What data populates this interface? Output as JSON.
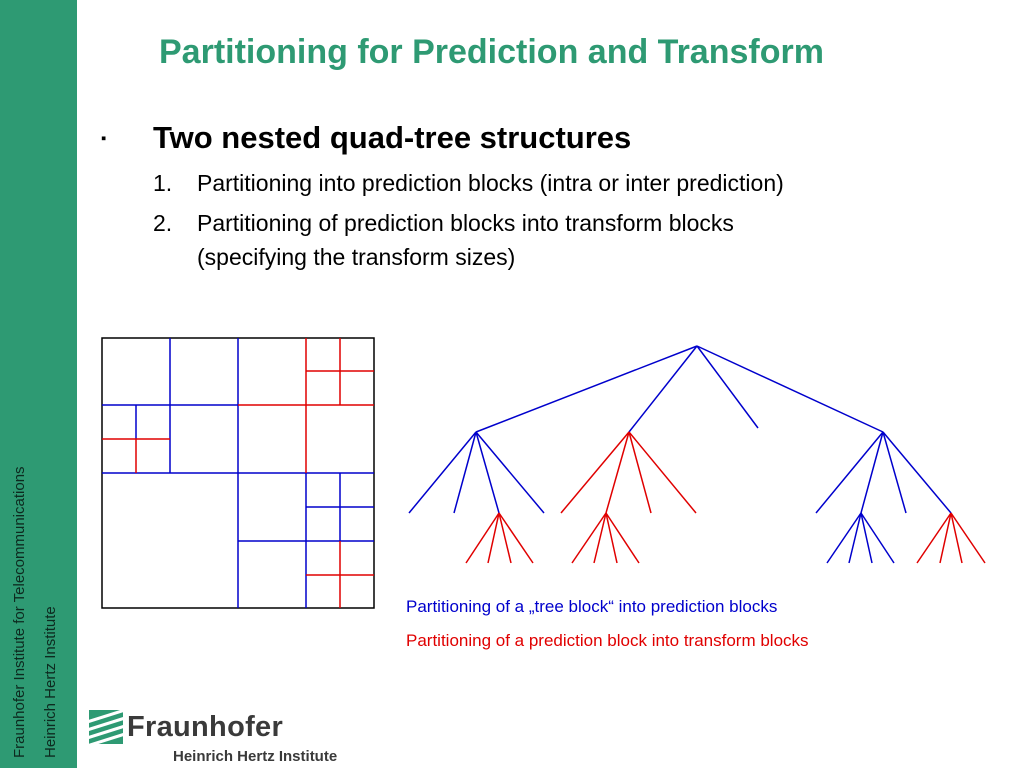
{
  "sidebar": {
    "line1": "Fraunhofer Institute for Telecommunications",
    "line2": "Heinrich Hertz Institute"
  },
  "slide": {
    "title": "Partitioning for Prediction and Transform",
    "bullet_marker": "▪",
    "bullet_heading": "Two nested quad-tree structures",
    "items": [
      {
        "number": "1.",
        "lines": [
          "Partitioning into prediction blocks (intra or inter prediction)"
        ]
      },
      {
        "number": "2.",
        "lines": [
          "Partitioning of prediction blocks into transform blocks",
          "(specifying the transform sizes)"
        ]
      }
    ]
  },
  "legend": {
    "blue_text": "Partitioning of a „tree block“ into prediction blocks",
    "red_text": "Partitioning of a prediction block into transform blocks",
    "blue_color": "#0000cc",
    "red_color": "#e00000"
  },
  "logo": {
    "word": "Fraunhofer",
    "sub": "Heinrich Hertz Institute",
    "mark_icon": "fraunhofer-stripes-icon"
  },
  "colors": {
    "accent": "#2e9a73",
    "sidebar": "#2e9a73"
  }
}
